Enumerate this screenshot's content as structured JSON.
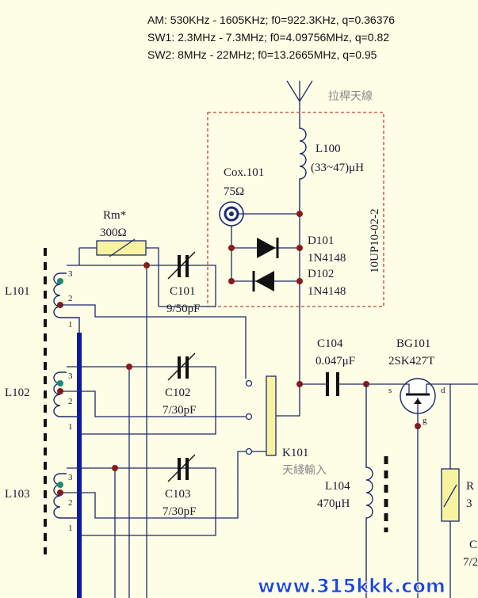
{
  "header": {
    "line1": "AM: 530KHz - 1605KHz; f0=922.3KHz, q=0.36376",
    "line2": "SW1: 2.3MHz - 7.3MHz; f0=4.09756MHz, q=0.82",
    "line3": "SW2: 8MHz - 22MHz; f0=13.2665MHz, q=0.95"
  },
  "antenna": {
    "label": "拉桿天線"
  },
  "module": {
    "label": "10UP10-02-2"
  },
  "components": {
    "L100": {
      "name": "L100",
      "value": "(33~47)μH"
    },
    "Cox101": {
      "name": "Cox.101",
      "value": "75Ω"
    },
    "D101": {
      "name": "D101",
      "value": "1N4148"
    },
    "D102": {
      "name": "D102",
      "value": "1N4148"
    },
    "Rm": {
      "name": "Rm*",
      "value": "300Ω"
    },
    "C101": {
      "name": "C101",
      "value": "9/50pF"
    },
    "C102": {
      "name": "C102",
      "value": "7/30pF"
    },
    "C103": {
      "name": "C103",
      "value": "7/30pF"
    },
    "L101": {
      "name": "L101"
    },
    "L102": {
      "name": "L102"
    },
    "L103": {
      "name": "L103"
    },
    "C104": {
      "name": "C104",
      "value": "0.047μF"
    },
    "BG101": {
      "name": "BG101",
      "value": "2SK427T"
    },
    "K101": {
      "name": "K101",
      "value": "天綫輸入"
    },
    "L104": {
      "name": "L104",
      "value": "470μH"
    },
    "R_partial": {
      "name": "R",
      "value": "3"
    },
    "C_partial": {
      "name": "C",
      "value": "7/2"
    }
  },
  "pins": {
    "p1": "1",
    "p2": "2",
    "p3": "3",
    "s": "s",
    "d": "d",
    "g": "g"
  },
  "watermark": "www.315kkk.com",
  "colors": {
    "background": "#fefde6",
    "wire": "#1f2a6e",
    "junction": "#8b1a1a",
    "module_box": "#c8423a",
    "watermark": "#1a44e0"
  }
}
